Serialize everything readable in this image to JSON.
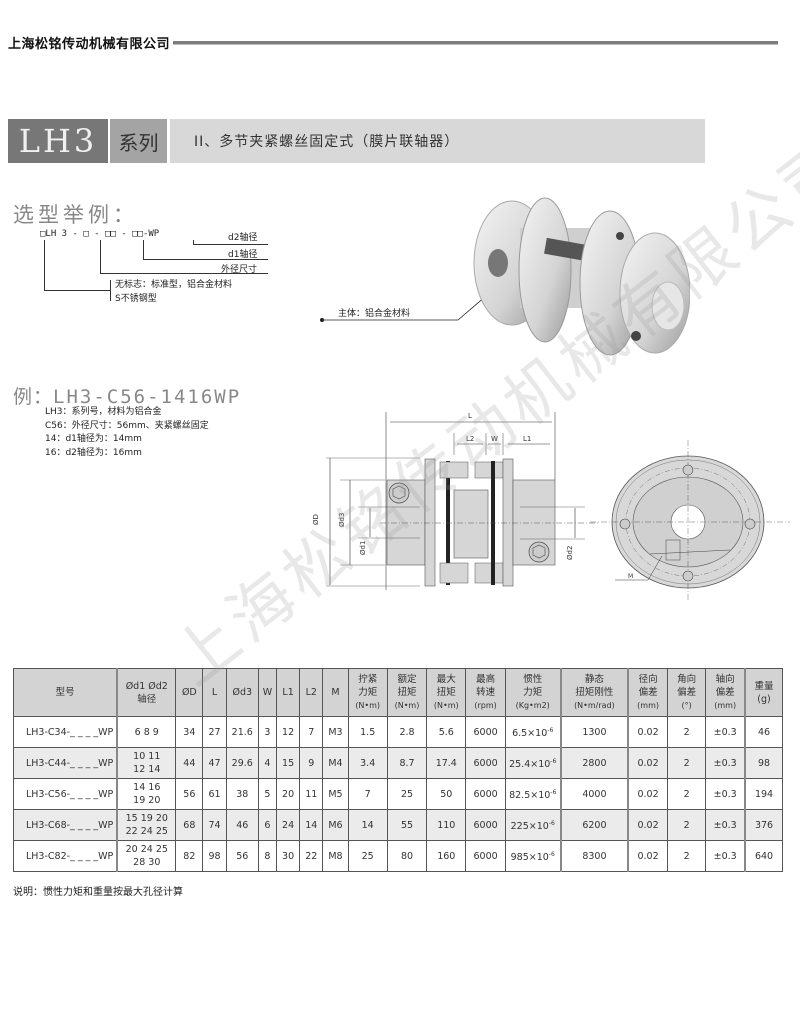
{
  "header": {
    "company": "上海松铭传动机械有限公司"
  },
  "title_band": {
    "series": "LH3",
    "series_label": "系列",
    "description": "II、多节夹紧螺丝固定式（膜片联轴器）"
  },
  "selection": {
    "title": "选型举例：",
    "code": "□LH 3 - □ - □□ - □□-WP",
    "labels": {
      "d2": "d2轴径",
      "d1": "d1轴径",
      "outer": "外径尺寸",
      "std": "无标志：标准型，铝合金材料",
      "ss": "S不锈钢型"
    }
  },
  "photo": {
    "callout": "主体：铝合金材料"
  },
  "example": {
    "prefix": "例：",
    "code": "LH3-C56-1416WP",
    "lines": [
      "LH3：系列号，材料为铝合金",
      "C56：外径尺寸：56mm、夹紧螺丝固定",
      "14：d1轴径为：14mm",
      "16：d2轴径为：16mm"
    ]
  },
  "drawing": {
    "labels": {
      "L": "L",
      "L2": "L2",
      "W": "W",
      "L1": "L1",
      "OD": "ØD",
      "d3": "Ød3",
      "d1": "Ød1",
      "d2": "Ød2",
      "M": "M"
    }
  },
  "watermark": "上海松铭传动机械有限公司",
  "table": {
    "headers": [
      {
        "l1": "型号",
        "l2": "",
        "u": ""
      },
      {
        "l1": "Ød1 Ød2",
        "l2": "轴径",
        "u": ""
      },
      {
        "l1": "ØD",
        "l2": "",
        "u": ""
      },
      {
        "l1": "L",
        "l2": "",
        "u": ""
      },
      {
        "l1": "Ød3",
        "l2": "",
        "u": ""
      },
      {
        "l1": "W",
        "l2": "",
        "u": ""
      },
      {
        "l1": "L1",
        "l2": "",
        "u": ""
      },
      {
        "l1": "L2",
        "l2": "",
        "u": ""
      },
      {
        "l1": "M",
        "l2": "",
        "u": ""
      },
      {
        "l1": "拧紧",
        "l2": "力矩",
        "u": "(N•m)"
      },
      {
        "l1": "额定",
        "l2": "扭矩",
        "u": "(N•m)"
      },
      {
        "l1": "最大",
        "l2": "扭矩",
        "u": "(N•m)"
      },
      {
        "l1": "最高",
        "l2": "转速",
        "u": "(rpm)"
      },
      {
        "l1": "惯性",
        "l2": "力矩",
        "u": "(Kg•m2)"
      },
      {
        "l1": "静态",
        "l2": "扭矩刚性",
        "u": "(N•m/rad)"
      },
      {
        "l1": "径向",
        "l2": "偏差",
        "u": "(mm)"
      },
      {
        "l1": "角向",
        "l2": "偏差",
        "u": "(°)"
      },
      {
        "l1": "轴向",
        "l2": "偏差",
        "u": "(mm)"
      },
      {
        "l1": "重量",
        "l2": "(g)",
        "u": ""
      }
    ],
    "rows": [
      {
        "model": "LH3-C34-_ _ _ _WP",
        "bore1": "6 8 9",
        "bore2": "",
        "D": "34",
        "L": "27",
        "d3": "21.6",
        "W": "3",
        "L1": "12",
        "L2": "7",
        "M": "M3",
        "tight": "1.5",
        "rated": "2.8",
        "max": "5.6",
        "rpm": "6000",
        "inertia": "6.5×10",
        "inertia_exp": "-6",
        "stiff": "1300",
        "radial": "0.02",
        "angular": "2",
        "axial": "±0.3",
        "weight": "46"
      },
      {
        "model": "LH3-C44-_ _ _ _WP",
        "bore1": "10 11",
        "bore2": "12 14",
        "D": "44",
        "L": "47",
        "d3": "29.6",
        "W": "4",
        "L1": "15",
        "L2": "9",
        "M": "M4",
        "tight": "3.4",
        "rated": "8.7",
        "max": "17.4",
        "rpm": "6000",
        "inertia": "25.4×10",
        "inertia_exp": "-6",
        "stiff": "2800",
        "radial": "0.02",
        "angular": "2",
        "axial": "±0.3",
        "weight": "98"
      },
      {
        "model": "LH3-C56-_ _ _ _WP",
        "bore1": "14 16",
        "bore2": "19 20",
        "D": "56",
        "L": "61",
        "d3": "38",
        "W": "5",
        "L1": "20",
        "L2": "11",
        "M": "M5",
        "tight": "7",
        "rated": "25",
        "max": "50",
        "rpm": "6000",
        "inertia": "82.5×10",
        "inertia_exp": "-6",
        "stiff": "4000",
        "radial": "0.02",
        "angular": "2",
        "axial": "±0.3",
        "weight": "194"
      },
      {
        "model": "LH3-C68-_ _ _ _WP",
        "bore1": "15 19 20",
        "bore2": "22 24 25",
        "D": "68",
        "L": "74",
        "d3": "46",
        "W": "6",
        "L1": "24",
        "L2": "14",
        "M": "M6",
        "tight": "14",
        "rated": "55",
        "max": "110",
        "rpm": "6000",
        "inertia": "225×10",
        "inertia_exp": "-6",
        "stiff": "6200",
        "radial": "0.02",
        "angular": "2",
        "axial": "±0.3",
        "weight": "376"
      },
      {
        "model": "LH3-C82-_ _ _ _WP",
        "bore1": "20 24 25",
        "bore2": "28 30",
        "D": "82",
        "L": "98",
        "d3": "56",
        "W": "8",
        "L1": "30",
        "L2": "22",
        "M": "M8",
        "tight": "25",
        "rated": "80",
        "max": "160",
        "rpm": "6000",
        "inertia": "985×10",
        "inertia_exp": "-6",
        "stiff": "8300",
        "radial": "0.02",
        "angular": "2",
        "axial": "±0.3",
        "weight": "640"
      }
    ]
  },
  "note": "说明：惯性力矩和重量按最大孔径计算"
}
